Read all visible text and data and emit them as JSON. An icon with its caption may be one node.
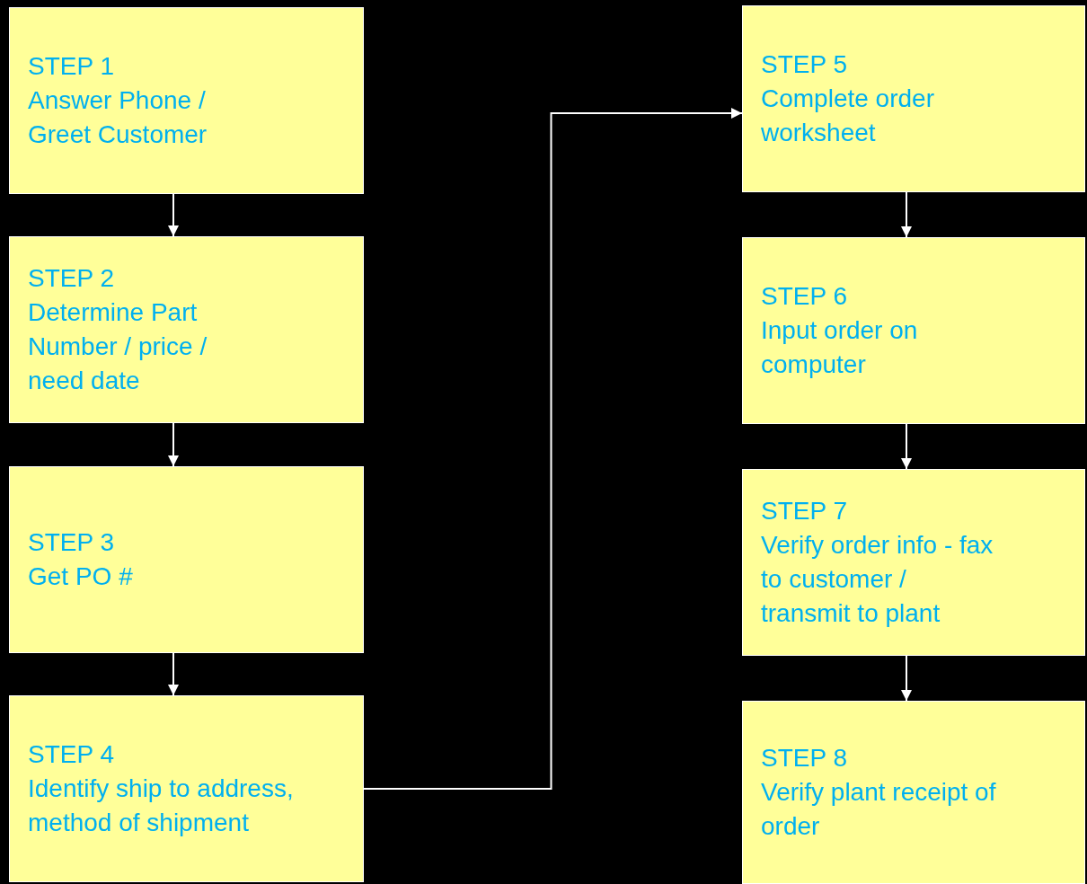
{
  "diagram": {
    "nodes": [
      {
        "text": [
          "STEP 1",
          "Answer Phone / Greet Customer"
        ]
      },
      {
        "text": [
          "STEP 2",
          "Determine Part Number / price / need date"
        ]
      },
      {
        "text": [
          "STEP 3",
          "Get PO #"
        ]
      },
      {
        "text": [
          "STEP 4",
          "Identify ship to address, method of shipment"
        ]
      },
      {
        "text": [
          "STEP 5",
          "Complete order worksheet"
        ]
      },
      {
        "text": [
          "STEP 6",
          "Input order on computer"
        ]
      },
      {
        "text": [
          "STEP 7",
          "Verify order info - fax to customer / transmit to plant"
        ]
      },
      {
        "text": [
          "STEP 8",
          "Verify plant receipt of order"
        ]
      }
    ],
    "edges": [
      {
        "from": 0,
        "to": 1,
        "arrow": "to"
      },
      {
        "from": 1,
        "to": 2,
        "arrow": "to"
      },
      {
        "from": 2,
        "to": 3,
        "arrow": "to"
      },
      {
        "from": 3,
        "to": 4,
        "arrow": "to"
      },
      {
        "from": 4,
        "to": 5,
        "arrow": "to"
      },
      {
        "from": 5,
        "to": 6,
        "arrow": "to"
      },
      {
        "from": 6,
        "to": 7,
        "arrow": "to"
      }
    ]
  }
}
